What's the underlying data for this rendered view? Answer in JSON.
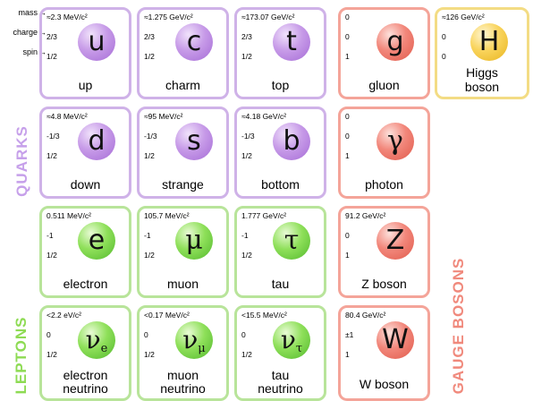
{
  "legend": {
    "mass": "mass",
    "charge": "charge",
    "spin": "spin",
    "arrow": "→"
  },
  "groups": {
    "quarks": "QUARKS",
    "leptons": "LEPTONS",
    "gauge_bosons": "GAUGE BOSONS"
  },
  "particles": {
    "up": {
      "mass": "≈2.3 MeV/c²",
      "charge": "2/3",
      "spin": "1/2",
      "symbol": "u",
      "name": "up"
    },
    "charm": {
      "mass": "≈1.275 GeV/c²",
      "charge": "2/3",
      "spin": "1/2",
      "symbol": "c",
      "name": "charm"
    },
    "top": {
      "mass": "≈173.07 GeV/c²",
      "charge": "2/3",
      "spin": "1/2",
      "symbol": "t",
      "name": "top"
    },
    "gluon": {
      "mass": "0",
      "charge": "0",
      "spin": "1",
      "symbol": "g",
      "name": "gluon"
    },
    "higgs": {
      "mass": "≈126 GeV/c²",
      "charge": "0",
      "spin": "0",
      "symbol": "H",
      "name1": "Higgs",
      "name2": "boson"
    },
    "down": {
      "mass": "≈4.8 MeV/c²",
      "charge": "-1/3",
      "spin": "1/2",
      "symbol": "d",
      "name": "down"
    },
    "strange": {
      "mass": "≈95 MeV/c²",
      "charge": "-1/3",
      "spin": "1/2",
      "symbol": "s",
      "name": "strange"
    },
    "bottom": {
      "mass": "≈4.18 GeV/c²",
      "charge": "-1/3",
      "spin": "1/2",
      "symbol": "b",
      "name": "bottom"
    },
    "photon": {
      "mass": "0",
      "charge": "0",
      "spin": "1",
      "symbol": "γ",
      "name": "photon"
    },
    "electron": {
      "mass": "0.511 MeV/c²",
      "charge": "-1",
      "spin": "1/2",
      "symbol": "e",
      "name": "electron"
    },
    "muon": {
      "mass": "105.7 MeV/c²",
      "charge": "-1",
      "spin": "1/2",
      "symbol": "μ",
      "name": "muon"
    },
    "tau": {
      "mass": "1.777 GeV/c²",
      "charge": "-1",
      "spin": "1/2",
      "symbol": "τ",
      "name": "tau"
    },
    "z_boson": {
      "mass": "91.2 GeV/c²",
      "charge": "0",
      "spin": "1",
      "symbol": "Z",
      "name": "Z boson"
    },
    "electron_neutrino": {
      "mass": "<2.2 eV/c²",
      "charge": "0",
      "spin": "1/2",
      "symbol": "ν",
      "sub": "e",
      "name1": "electron",
      "name2": "neutrino"
    },
    "muon_neutrino": {
      "mass": "<0.17 MeV/c²",
      "charge": "0",
      "spin": "1/2",
      "symbol": "ν",
      "sub": "μ",
      "name1": "muon",
      "name2": "neutrino"
    },
    "tau_neutrino": {
      "mass": "<15.5 MeV/c²",
      "charge": "0",
      "spin": "1/2",
      "symbol": "ν",
      "sub": "τ",
      "name1": "tau",
      "name2": "neutrino"
    },
    "w_boson": {
      "mass": "80.4 GeV/c²",
      "charge": "±1",
      "spin": "1",
      "symbol": "W",
      "name": "W boson"
    }
  },
  "colors": {
    "quark": "#c79be8",
    "lepton": "#8fe05a",
    "gauge": "#f2877b",
    "higgs": "#f9d45c"
  }
}
